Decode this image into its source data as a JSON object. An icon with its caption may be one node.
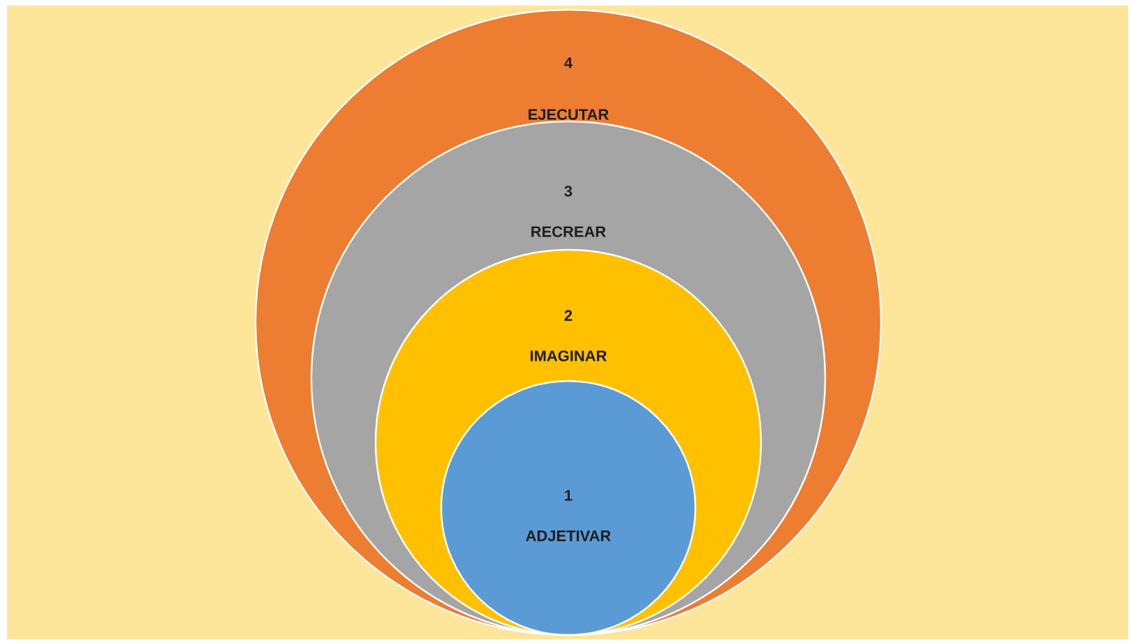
{
  "diagram": {
    "nodes": [
      {
        "text": [
          "4",
          "EJECUTAR"
        ]
      },
      {
        "text": [
          "3",
          "RECREAR"
        ],
        "in": 0
      },
      {
        "text": [
          "2",
          "IMAGINAR"
        ],
        "in": 1
      },
      {
        "text": [
          "1",
          "ADJETIVAR"
        ],
        "in": 2
      }
    ]
  }
}
